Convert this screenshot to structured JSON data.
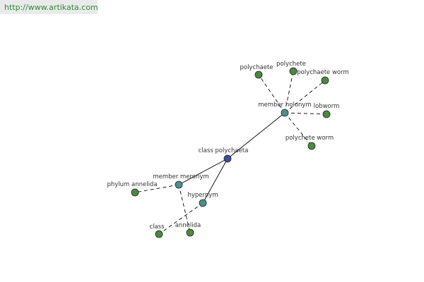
{
  "site_url": "http://www.artikata.com",
  "colors": {
    "center_node": "#3b4f9a",
    "relation_node": "#4b8f8c",
    "leaf_node": "#4a8a3e",
    "edge": "#000000"
  },
  "nodes": {
    "center": "class polychaeta",
    "member_holonym": "member holonym",
    "member_meronym": "member meronym",
    "hypernym": "hypernym",
    "polychaete": "polychaete",
    "polychete": "polychete",
    "polychaete_worm": "polychaete worm",
    "lobworm": "lobworm",
    "polychete_worm": "polychete worm",
    "phylum_annelida": "phylum annelida",
    "class": "class",
    "annelida": "annelida"
  }
}
